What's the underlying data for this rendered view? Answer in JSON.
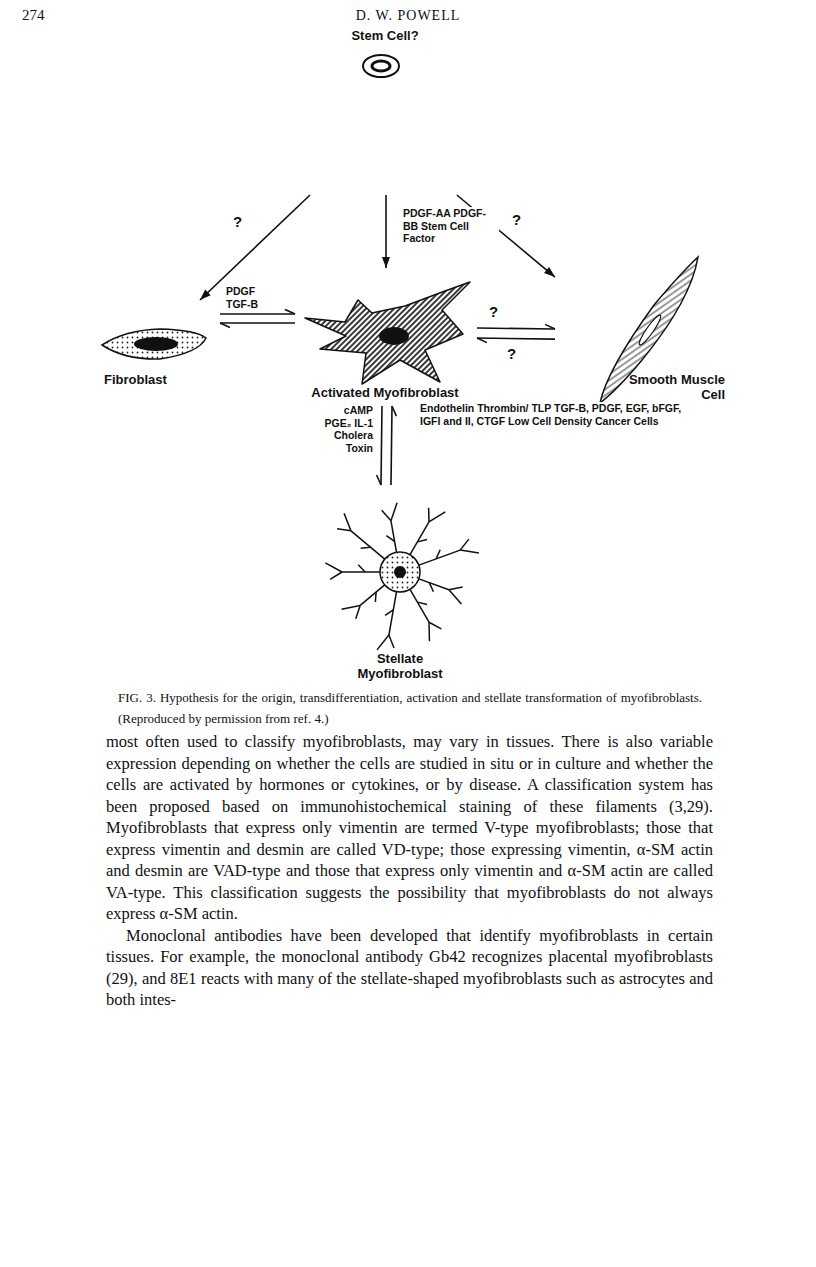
{
  "diagram": {
    "caption": "FIG. 3. Hypothesis for the origin, transdifferentiation, activation and stellate transformation of myofibroblasts. (Reproduced by permission from ref. 4.)",
    "nodes": [
      {
        "text": [
          "Stem Cell?"
        ]
      },
      {
        "text": [
          "Fibroblast"
        ]
      },
      {
        "text": [
          "Activated Myofibroblast"
        ]
      },
      {
        "text": [
          "Smooth Muscle Cell"
        ]
      },
      {
        "text": [
          "Stellate Myofibroblast"
        ]
      }
    ],
    "edges": [
      {
        "from": 0,
        "to": 1,
        "arrow": "to",
        "label": "?"
      },
      {
        "from": 0,
        "to": 2,
        "arrow": "to",
        "label": "PDGF-AA PDGF-BB Stem Cell Factor"
      },
      {
        "from": 0,
        "to": 3,
        "arrow": "to",
        "label": "?"
      },
      {
        "from": 1,
        "to": 2,
        "arrow": "to",
        "label": "PDGF TGF-B"
      },
      {
        "from": 2,
        "to": 1,
        "arrow": "to"
      },
      {
        "from": 2,
        "to": 3,
        "arrow": "to",
        "label": "?"
      },
      {
        "from": 3,
        "to": 2,
        "arrow": "to",
        "label": "?"
      },
      {
        "from": 2,
        "to": 4,
        "arrow": "to",
        "label": "cAMP PGE₂ IL-1 Cholera Toxin"
      },
      {
        "from": 4,
        "to": 2,
        "arrow": "to",
        "label": "Endothelin Thrombin/ TLP TGF-B, PDGF, EGF, bFGF, IGFI and II, CTGF Low Cell Density Cancer Cells"
      }
    ],
    "labels": [
      "274",
      "D. W. POWELL",
      "most often used to classify myofibroblasts, may vary in tissues. There is also variable expression depending on whether the cells are studied in situ or in culture and whether the cells are activated by hormones or cytokines, or by disease. A classification system has been proposed based on immunohistochemical staining of these filaments (3,29). Myofibroblasts that express only vimentin are termed V-type myofibroblasts; those that express vimentin and desmin are called VD-type; those expressing vimentin, α-SM actin and desmin are VAD-type and those that express only vimentin and α-SM actin are called VA-type. This classification suggests the possibility that myofibroblasts do not always express α-SM actin.",
      "Monoclonal antibodies have been developed that identify myofibroblasts in certain tissues. For example, the monoclonal antibody Gb42 recognizes placental myofibroblasts (29), and 8E1 reacts with many of the stellate-shaped myofibroblasts such as astrocytes and both intes-"
    ]
  }
}
